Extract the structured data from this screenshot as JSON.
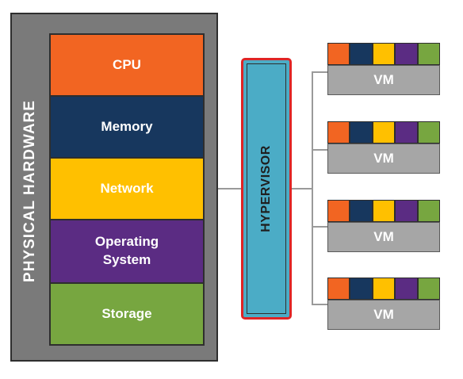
{
  "physical_hardware": {
    "label": "PHYSICAL HARDWARE",
    "layers": [
      {
        "label": "CPU",
        "color": "#f26522"
      },
      {
        "label": "Memory",
        "color": "#17375e"
      },
      {
        "label": "Network",
        "color": "#ffc000"
      },
      {
        "label": "Operating\nSystem",
        "color": "#5b2c83"
      },
      {
        "label": "Storage",
        "color": "#77a640"
      }
    ]
  },
  "hypervisor": {
    "label": "HYPERVISOR",
    "color": "#4bacc6",
    "highlight_color": "#e02424"
  },
  "vm_strip_colors": [
    "#f26522",
    "#17375e",
    "#ffc000",
    "#5b2c83",
    "#77a640"
  ],
  "vms": [
    {
      "label": "VM"
    },
    {
      "label": "VM"
    },
    {
      "label": "VM"
    },
    {
      "label": "VM"
    }
  ]
}
